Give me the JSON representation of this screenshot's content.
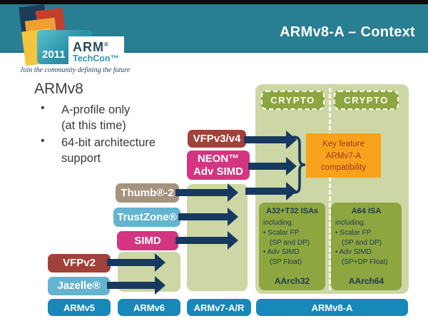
{
  "header": {
    "title": "ARMv8-A – Context"
  },
  "logo": {
    "year": "2011",
    "brand": "ARM",
    "brand_reg": "®",
    "sub_brand": "TechCon™",
    "tagline": "Join the community defining the future"
  },
  "content": {
    "heading": "ARMv8",
    "bullet_glyph": "•",
    "bullets": [
      {
        "line1": "A-profile only",
        "line2": "(at this time)"
      },
      {
        "line1": "64-bit architecture",
        "line2": "support"
      }
    ]
  },
  "diagram": {
    "crypto_left": "CRYPTO",
    "crypto_right": "CRYPTO",
    "key_feature": {
      "line1": "Key feature",
      "line2": "ARMv7-A",
      "line3": "compatibility"
    },
    "features": {
      "vfp34": "VFPv3/v4",
      "neon_line1": "NEON™",
      "neon_line2": "Adv SIMD",
      "thumb": "Thumb®-2",
      "trustzone": "TrustZone®",
      "simd": "SIMD",
      "vfp2": "VFPv2",
      "jazelle": "Jazelle®"
    },
    "isa32": {
      "title": "A32+T32 ISAs",
      "lines": [
        "including:",
        "• Scalar FP",
        "(SP and DP)",
        "• Adv SIMD",
        "(SP Float)"
      ],
      "footer": "AArch32"
    },
    "isa64": {
      "title": "A64 ISA",
      "lines": [
        "including:",
        "• Scalar FP",
        "(SP and DP)",
        "• Adv SIMD",
        "(SP+DP Float)"
      ],
      "footer": "AArch64"
    },
    "columns": {
      "v5": "ARMv5",
      "v6": "ARMv6",
      "v7": "ARMv7-A/R",
      "v8": "ARMv8-A"
    }
  },
  "colors": {
    "header_teal": "#287e92",
    "arrow_navy": "#17395f",
    "light_green": "#cdd7a5",
    "olive_green": "#8da63f",
    "label_blue": "#1689b8",
    "dark_red": "#a2403a",
    "magenta": "#d43480",
    "light_blue": "#64b4cf",
    "taupe": "#a4937f",
    "orange": "#f7a21c",
    "orange_text": "#9d3b22"
  }
}
